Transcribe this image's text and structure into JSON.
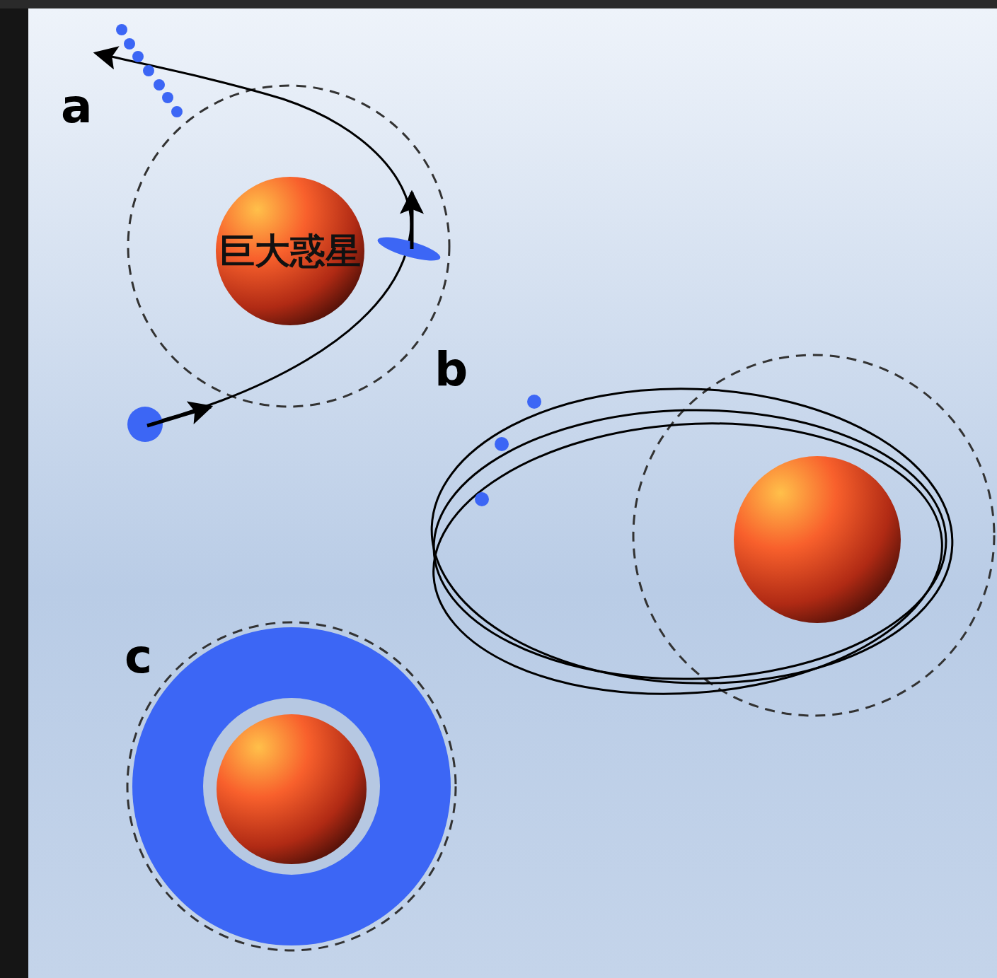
{
  "diagram": {
    "nodes": [
      {
        "text": [
          "巨大惑星"
        ]
      }
    ],
    "labels": [
      "a",
      "b",
      "c"
    ]
  }
}
